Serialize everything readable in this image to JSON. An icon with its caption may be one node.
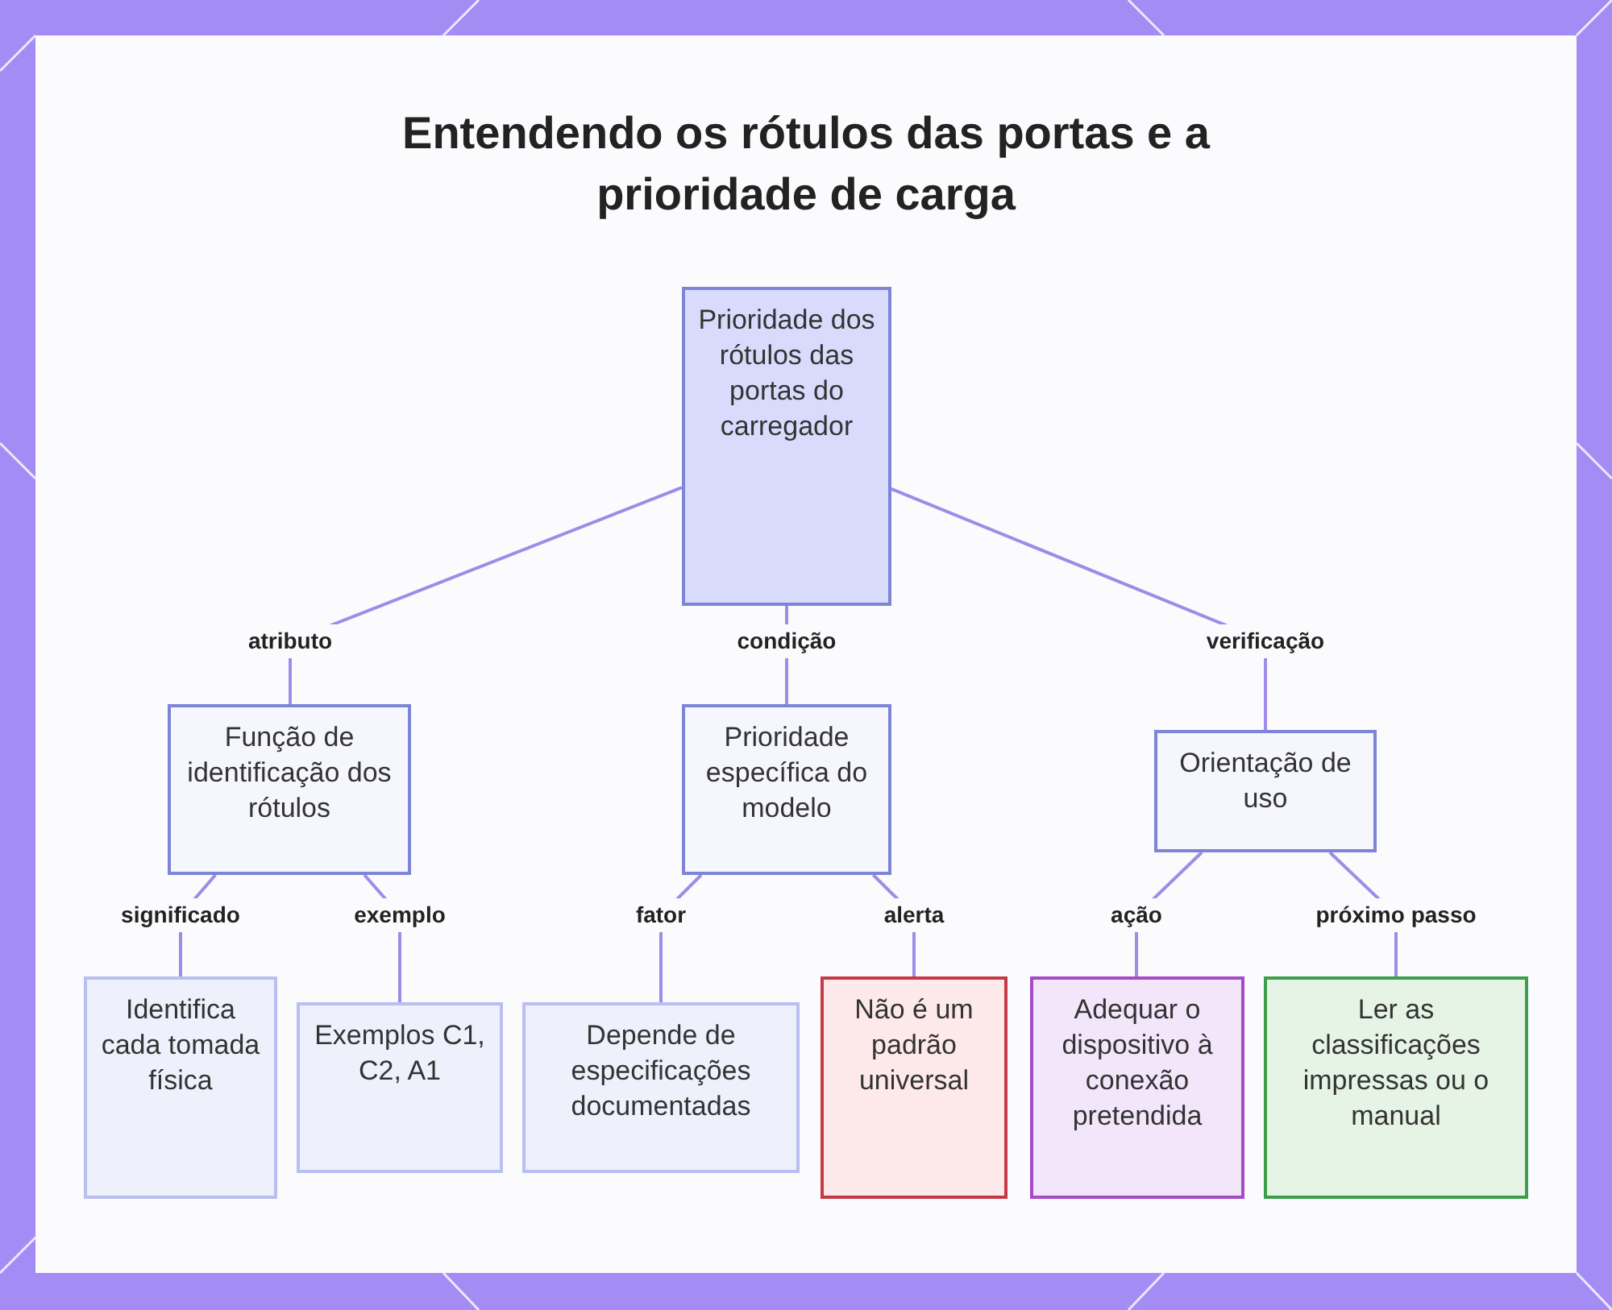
{
  "diagram": {
    "title": "Entendendo os rótulos das portas e a prioridade de carga",
    "nodes": [
      {
        "text": [
          "Prioridade dos rótulos das portas do carregador"
        ]
      },
      {
        "text": [
          "Função de identificação dos rótulos"
        ]
      },
      {
        "text": [
          "Prioridade específica do modelo"
        ]
      },
      {
        "text": [
          "Orientação de uso"
        ]
      },
      {
        "text": [
          "Identifica cada tomada física"
        ]
      },
      {
        "text": [
          "Exemplos C1, C2, A1"
        ]
      },
      {
        "text": [
          "Depende de especificações documentadas"
        ]
      },
      {
        "text": [
          "Não é um padrão universal"
        ]
      },
      {
        "text": [
          "Adequar o dispositivo à conexão pretendida"
        ]
      },
      {
        "text": [
          "Ler as classificações impressas ou o manual"
        ]
      }
    ],
    "edges": [
      {
        "from": 0,
        "to": 1,
        "arrow": "none",
        "label": "atributo"
      },
      {
        "from": 0,
        "to": 2,
        "arrow": "none",
        "label": "condição"
      },
      {
        "from": 0,
        "to": 3,
        "arrow": "none",
        "label": "verificação"
      },
      {
        "from": 1,
        "to": 4,
        "arrow": "none",
        "label": "significado"
      },
      {
        "from": 1,
        "to": 5,
        "arrow": "none",
        "label": "exemplo"
      },
      {
        "from": 2,
        "to": 6,
        "arrow": "none",
        "label": "fator"
      },
      {
        "from": 2,
        "to": 7,
        "arrow": "none",
        "label": "alerta"
      },
      {
        "from": 3,
        "to": 8,
        "arrow": "none",
        "label": "ação"
      },
      {
        "from": 3,
        "to": 9,
        "arrow": "none",
        "label": "próximo passo"
      }
    ]
  }
}
